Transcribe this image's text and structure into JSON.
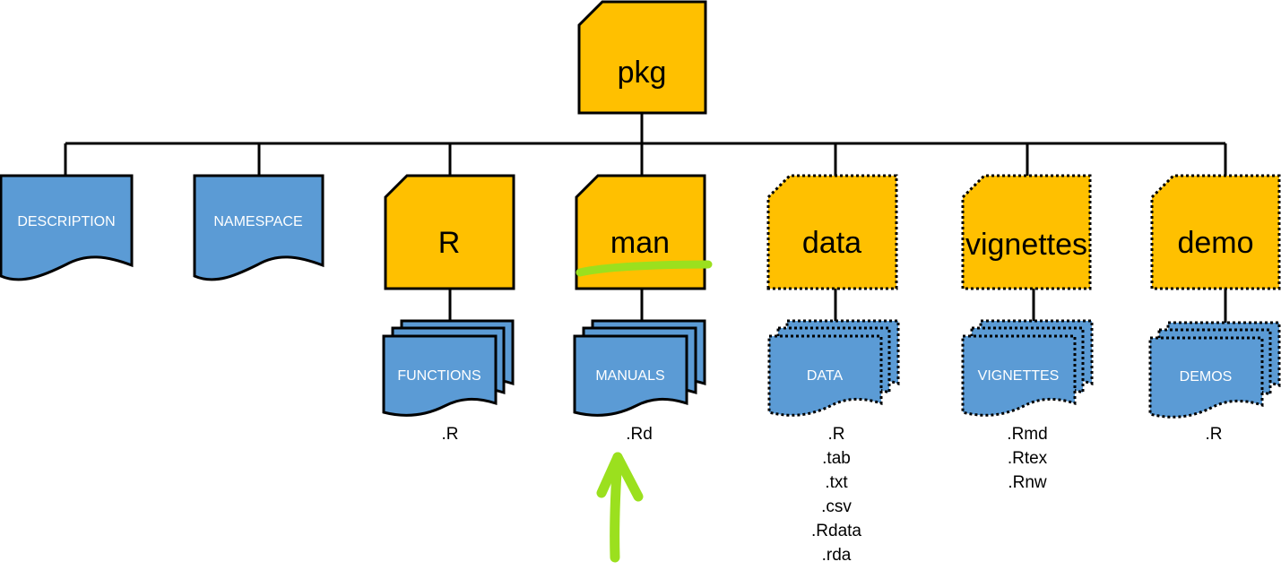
{
  "colors": {
    "folder": "#FFC000",
    "document": "#5B9BD5",
    "stroke": "#000000",
    "annotation": "#9BE01E"
  },
  "root": {
    "label": "pkg"
  },
  "files": [
    {
      "label": "DESCRIPTION"
    },
    {
      "label": "NAMESPACE"
    }
  ],
  "folders": [
    {
      "label": "R",
      "optional": false,
      "docs_label": "FUNCTIONS",
      "extensions": [
        ".R"
      ]
    },
    {
      "label": "man",
      "optional": false,
      "docs_label": "MANUALS",
      "extensions": [
        ".Rd"
      ]
    },
    {
      "label": "data",
      "optional": true,
      "docs_label": "DATA",
      "extensions": [
        ".R",
        ".tab",
        ".txt",
        ".csv",
        ".Rdata",
        ".rda"
      ]
    },
    {
      "label": "vignettes",
      "optional": true,
      "docs_label": "VIGNETTES",
      "extensions": [
        ".Rmd",
        ".Rtex",
        ".Rnw"
      ]
    },
    {
      "label": "demo",
      "optional": true,
      "docs_label": "DEMOS",
      "extensions": [
        ".R"
      ]
    }
  ],
  "annotations": {
    "highlight": "man",
    "arrow_target": ".Rd"
  }
}
